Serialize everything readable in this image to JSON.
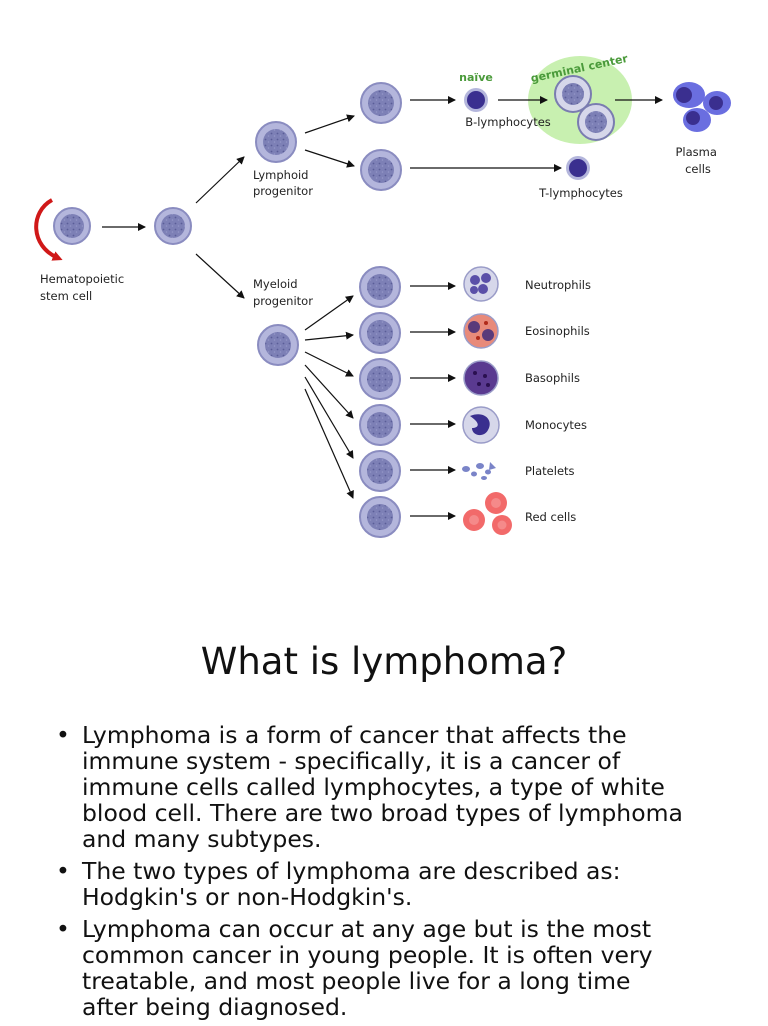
{
  "diagram": {
    "labels": {
      "stem": [
        "Hematopoietic",
        "stem cell"
      ],
      "lymphoid": [
        "Lymphoid",
        "progenitor"
      ],
      "myeloid": [
        "Myeloid",
        "progenitor"
      ],
      "naive": "naïve",
      "germinal_center": "germinal center",
      "b_lymphocytes": "B-lymphocytes",
      "t_lymphocytes": "T-lymphocytes",
      "plasma": [
        "Plasma",
        "cells"
      ],
      "neutrophils": "Neutrophils",
      "eosinophils": "Eosinophils",
      "basophils": "Basophils",
      "monocytes": "Monocytes",
      "platelets": "Platelets",
      "red_cells": "Red cells"
    },
    "colors": {
      "stem_cell_fill": "#b4b6dc",
      "stem_cell_border": "#8a8cc0",
      "stem_cell_nucleus": "#6b6ea8",
      "lymphocyte": "#3a2f8f",
      "germinal_center_fill": "#c8f0b0",
      "germinal_center_text": "#4a9a3a",
      "neutrophil": "#5a4fa8",
      "eosinophil": "#d04a3a",
      "basophil": "#3a2070",
      "monocyte": "#3a2f8f",
      "platelet": "#7a84c8",
      "red_cell": "#f26a6a",
      "stem_arrow": "#d01818"
    }
  },
  "slide": {
    "title": "What is lymphoma?",
    "bullets": [
      [
        "Lymphoma is a form of cancer that affects the",
        "immune system - specifically, it is a cancer of",
        "immune cells called lymphocytes, a type of white",
        "blood cell. There are two broad types of lymphoma",
        "and many subtypes."
      ],
      [
        "The two types of lymphoma are described as:",
        "Hodgkin's or non-Hodgkin's."
      ],
      [
        "Lymphoma can occur at any age but is the most",
        "common cancer in young people. It is often very",
        "treatable, and most people live for a long time",
        "after being diagnosed."
      ]
    ]
  }
}
